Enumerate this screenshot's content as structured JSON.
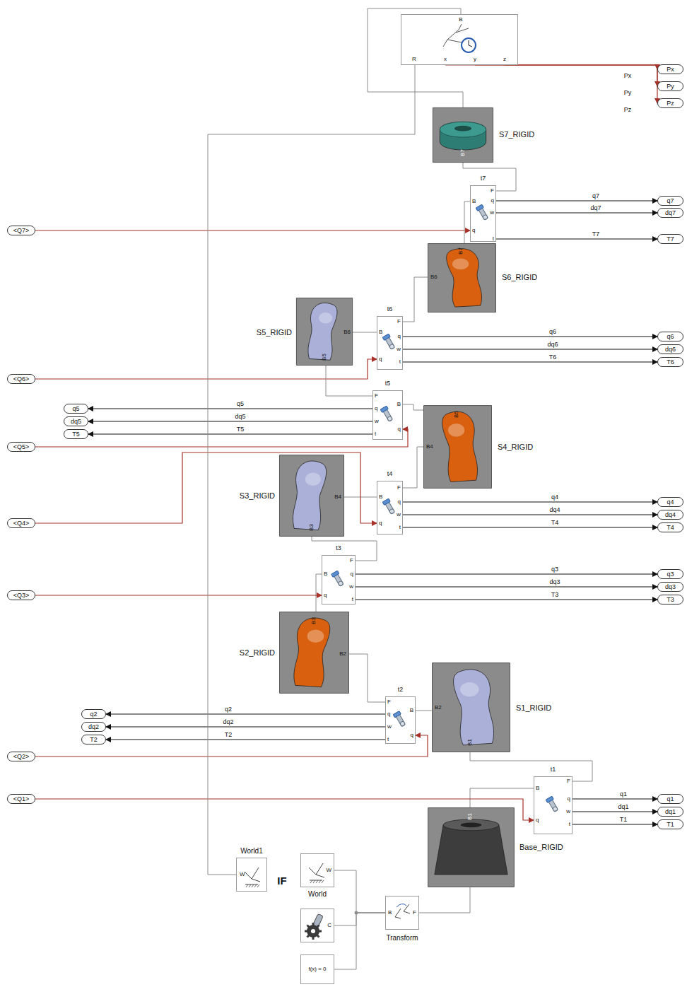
{
  "diagram": {
    "nodes": [
      {
        "text": [
          "B",
          "R",
          "x",
          "y",
          "z"
        ]
      },
      {
        "text": [
          "Px"
        ]
      },
      {
        "text": [
          "Py"
        ]
      },
      {
        "text": [
          "Pz"
        ]
      },
      {
        "text": [
          "S7_RIGID",
          "B7"
        ]
      },
      {
        "text": [
          "t7",
          "B",
          "F",
          "q",
          "w",
          "t",
          "q"
        ]
      },
      {
        "text": [
          "q7"
        ]
      },
      {
        "text": [
          "dq7"
        ]
      },
      {
        "text": [
          "T7"
        ]
      },
      {
        "text": [
          "<Q7>"
        ]
      },
      {
        "text": [
          "S6_RIGID",
          "B7",
          "B6"
        ]
      },
      {
        "text": [
          "S5_RIGID",
          "B6",
          "B5"
        ]
      },
      {
        "text": [
          "t6",
          "B",
          "F",
          "q",
          "w",
          "t",
          "q"
        ]
      },
      {
        "text": [
          "q6"
        ]
      },
      {
        "text": [
          "dq6"
        ]
      },
      {
        "text": [
          "T6"
        ]
      },
      {
        "text": [
          "<Q6>"
        ]
      },
      {
        "text": [
          "t5",
          "B",
          "F",
          "q",
          "w",
          "t",
          "q"
        ]
      },
      {
        "text": [
          "q5"
        ]
      },
      {
        "text": [
          "dq5"
        ]
      },
      {
        "text": [
          "T5"
        ]
      },
      {
        "text": [
          "<Q5>"
        ]
      },
      {
        "text": [
          "S4_RIGID",
          "B5",
          "B4"
        ]
      },
      {
        "text": [
          "<Q4>"
        ]
      },
      {
        "text": [
          "S3_RIGID",
          "B4",
          "B3"
        ]
      },
      {
        "text": [
          "t4",
          "B",
          "F",
          "q",
          "w",
          "t",
          "q"
        ]
      },
      {
        "text": [
          "q4"
        ]
      },
      {
        "text": [
          "dq4"
        ]
      },
      {
        "text": [
          "T4"
        ]
      },
      {
        "text": [
          "t3",
          "B",
          "F",
          "q",
          "w",
          "t",
          "q"
        ]
      },
      {
        "text": [
          "q3"
        ]
      },
      {
        "text": [
          "dq3"
        ]
      },
      {
        "text": [
          "T3"
        ]
      },
      {
        "text": [
          "<Q3>"
        ]
      },
      {
        "text": [
          "S2_RIGID",
          "B3",
          "B2"
        ]
      },
      {
        "text": [
          "S1_RIGID",
          "B2",
          "B1"
        ]
      },
      {
        "text": [
          "t2",
          "B",
          "F",
          "q",
          "w",
          "t",
          "q"
        ]
      },
      {
        "text": [
          "q2"
        ]
      },
      {
        "text": [
          "dq2"
        ]
      },
      {
        "text": [
          "T2"
        ]
      },
      {
        "text": [
          "<Q2>"
        ]
      },
      {
        "text": [
          "<Q1>"
        ]
      },
      {
        "text": [
          "t1",
          "B",
          "F",
          "q",
          "w",
          "t",
          "q"
        ]
      },
      {
        "text": [
          "q1"
        ]
      },
      {
        "text": [
          "dq1"
        ]
      },
      {
        "text": [
          "T1"
        ]
      },
      {
        "text": [
          "Base_RIGID",
          "B1"
        ]
      },
      {
        "text": [
          "World1",
          "W"
        ]
      },
      {
        "text": [
          "World",
          "W"
        ]
      },
      {
        "text": [
          "C"
        ]
      },
      {
        "text": [
          "Transform",
          "B",
          "F"
        ]
      },
      {
        "text": [
          "f(x) = 0"
        ]
      }
    ],
    "edges": [
      {
        "from": 0,
        "to": 1,
        "arrow": "to",
        "label": "Px"
      },
      {
        "from": 0,
        "to": 2,
        "arrow": "to",
        "label": "Py"
      },
      {
        "from": 0,
        "to": 3,
        "arrow": "to",
        "label": "Pz"
      },
      {
        "from": 0,
        "to": 4,
        "arrow": "none"
      },
      {
        "from": 4,
        "to": 5,
        "arrow": "none"
      },
      {
        "from": 9,
        "to": 5,
        "arrow": "to"
      },
      {
        "from": 5,
        "to": 6,
        "arrow": "to",
        "label": "q7"
      },
      {
        "from": 5,
        "to": 7,
        "arrow": "to",
        "label": "dq7"
      },
      {
        "from": 5,
        "to": 8,
        "arrow": "to",
        "label": "T7"
      },
      {
        "from": 5,
        "to": 10,
        "arrow": "none"
      },
      {
        "from": 10,
        "to": 12,
        "arrow": "none"
      },
      {
        "from": 12,
        "to": 11,
        "arrow": "none"
      },
      {
        "from": 16,
        "to": 12,
        "arrow": "to"
      },
      {
        "from": 12,
        "to": 13,
        "arrow": "to",
        "label": "q6"
      },
      {
        "from": 12,
        "to": 14,
        "arrow": "to",
        "label": "dq6"
      },
      {
        "from": 12,
        "to": 15,
        "arrow": "to",
        "label": "T6"
      },
      {
        "from": 11,
        "to": 17,
        "arrow": "none"
      },
      {
        "from": 17,
        "to": 22,
        "arrow": "none"
      },
      {
        "from": 17,
        "to": 18,
        "arrow": "to",
        "label": "q5"
      },
      {
        "from": 17,
        "to": 19,
        "arrow": "to",
        "label": "dq5"
      },
      {
        "from": 17,
        "to": 20,
        "arrow": "to",
        "label": "T5"
      },
      {
        "from": 21,
        "to": 17,
        "arrow": "to"
      },
      {
        "from": 22,
        "to": 25,
        "arrow": "none"
      },
      {
        "from": 25,
        "to": 24,
        "arrow": "none"
      },
      {
        "from": 23,
        "to": 25,
        "arrow": "to"
      },
      {
        "from": 25,
        "to": 26,
        "arrow": "to",
        "label": "q4"
      },
      {
        "from": 25,
        "to": 27,
        "arrow": "to",
        "label": "dq4"
      },
      {
        "from": 25,
        "to": 28,
        "arrow": "to",
        "label": "T4"
      },
      {
        "from": 24,
        "to": 29,
        "arrow": "none"
      },
      {
        "from": 29,
        "to": 34,
        "arrow": "none"
      },
      {
        "from": 33,
        "to": 29,
        "arrow": "to"
      },
      {
        "from": 29,
        "to": 30,
        "arrow": "to",
        "label": "q3"
      },
      {
        "from": 29,
        "to": 31,
        "arrow": "to",
        "label": "dq3"
      },
      {
        "from": 29,
        "to": 32,
        "arrow": "to",
        "label": "T3"
      },
      {
        "from": 34,
        "to": 36,
        "arrow": "none"
      },
      {
        "from": 36,
        "to": 35,
        "arrow": "none"
      },
      {
        "from": 36,
        "to": 37,
        "arrow": "to",
        "label": "q2"
      },
      {
        "from": 36,
        "to": 38,
        "arrow": "to",
        "label": "dq2"
      },
      {
        "from": 36,
        "to": 39,
        "arrow": "to",
        "label": "T2"
      },
      {
        "from": 40,
        "to": 36,
        "arrow": "to"
      },
      {
        "from": 35,
        "to": 42,
        "arrow": "none"
      },
      {
        "from": 42,
        "to": 46,
        "arrow": "none"
      },
      {
        "from": 41,
        "to": 42,
        "arrow": "to"
      },
      {
        "from": 42,
        "to": 43,
        "arrow": "to",
        "label": "q1"
      },
      {
        "from": 42,
        "to": 44,
        "arrow": "to",
        "label": "dq1"
      },
      {
        "from": 42,
        "to": 45,
        "arrow": "to",
        "label": "T1"
      },
      {
        "from": 46,
        "to": 50,
        "arrow": "none"
      },
      {
        "from": 50,
        "to": 48,
        "arrow": "none"
      },
      {
        "from": 50,
        "to": 49,
        "arrow": "none"
      },
      {
        "from": 50,
        "to": 51,
        "arrow": "none"
      },
      {
        "from": 47,
        "to": 0,
        "arrow": "none"
      }
    ],
    "labels": [
      "IF"
    ]
  }
}
